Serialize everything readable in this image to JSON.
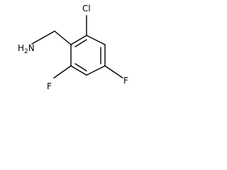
{
  "molecule": {
    "labels": {
      "amine": "H2N",
      "amine_main": "H",
      "amine_sub": "2",
      "amine_tail": "N",
      "chloro": "Cl",
      "fluoro_left": "F",
      "fluoro_right": "F"
    },
    "colors": {
      "bond": "#000000",
      "text": "#000000",
      "background": "#ffffff"
    }
  }
}
